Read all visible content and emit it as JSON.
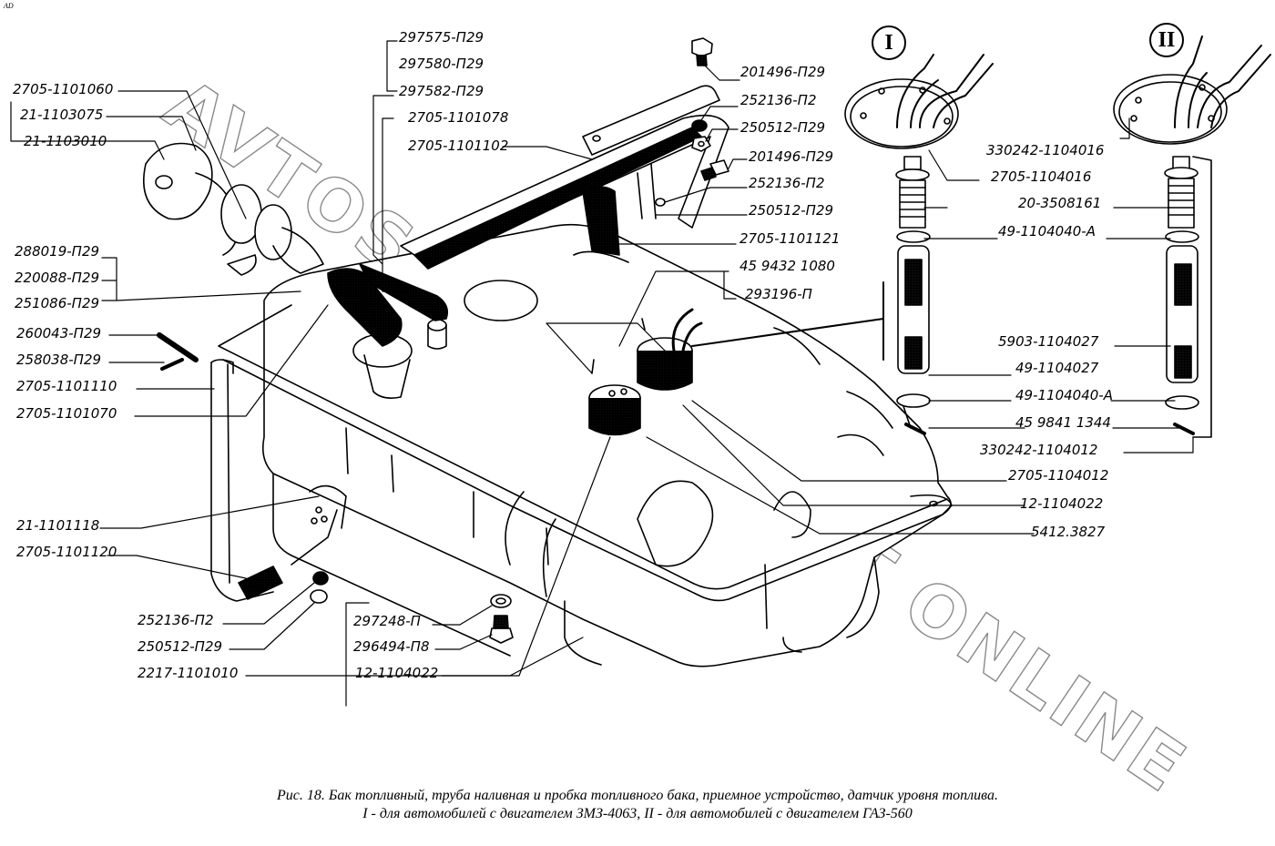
{
  "corner_mark": "АD",
  "watermark": "AVTOSHINAGAZ CAT ONLINE",
  "variants": {
    "one": "I",
    "two": "II"
  },
  "labels": {
    "l_2705_1101060": "2705-1101060",
    "l_21_1103075": "21-1103075",
    "l_21_1103010": "21-1103010",
    "l_288019": "288019-П29",
    "l_220088": "220088-П29",
    "l_251086": "251086-П29",
    "l_260043": "260043-П29",
    "l_258038": "258038-П29",
    "l_2705_1101110": "2705-1101110",
    "l_2705_1101070": "2705-1101070",
    "l_21_1101118": "21-1101118",
    "l_2705_1101120": "2705-1101120",
    "l_252136_b": "252136-П2",
    "l_250512_b": "250512-П29",
    "l_2217_1101010": "2217-1101010",
    "l_297248": "297248-П",
    "l_296494": "296494-П8",
    "l_12_1104022_b": "12-1104022",
    "l_297575": "297575-П29",
    "l_297580": "297580-П29",
    "l_297582": "297582-П29",
    "l_2705_1101078": "2705-1101078",
    "l_2705_1101102": "2705-1101102",
    "l_201496_a": "201496-П29",
    "l_252136_a": "252136-П2",
    "l_250512_a": "250512-П29",
    "l_201496_c": "201496-П29",
    "l_252136_c": "252136-П2",
    "l_250512_c": "250512-П29",
    "l_2705_1101121": "2705-1101121",
    "l_459432": "45 9432 1080",
    "l_293196": "293196-П",
    "l_330242_1104016": "330242-1104016",
    "l_2705_1104016": "2705-1104016",
    "l_20_3508161": "20-3508161",
    "l_49_1104040_a1": "49-1104040-А",
    "l_5903_1104027": "5903-1104027",
    "l_49_1104027": "49-1104027",
    "l_49_1104040_a2": "49-1104040-А",
    "l_459841": "45 9841 1344",
    "l_330242_1104012": "330242-1104012",
    "l_2705_1104012": "2705-1104012",
    "l_12_1104022_r": "12-1104022",
    "l_5412_3827": "5412.3827"
  },
  "caption": {
    "line1": "Рис. 18. Бак топливный, труба наливная и пробка топливного бака, приемное устройство, датчик уровня топлива.",
    "line2": "I - для автомобилей с двигателем ЗМЗ-4063, II - для автомобилей с двигателем ГАЗ-560"
  }
}
